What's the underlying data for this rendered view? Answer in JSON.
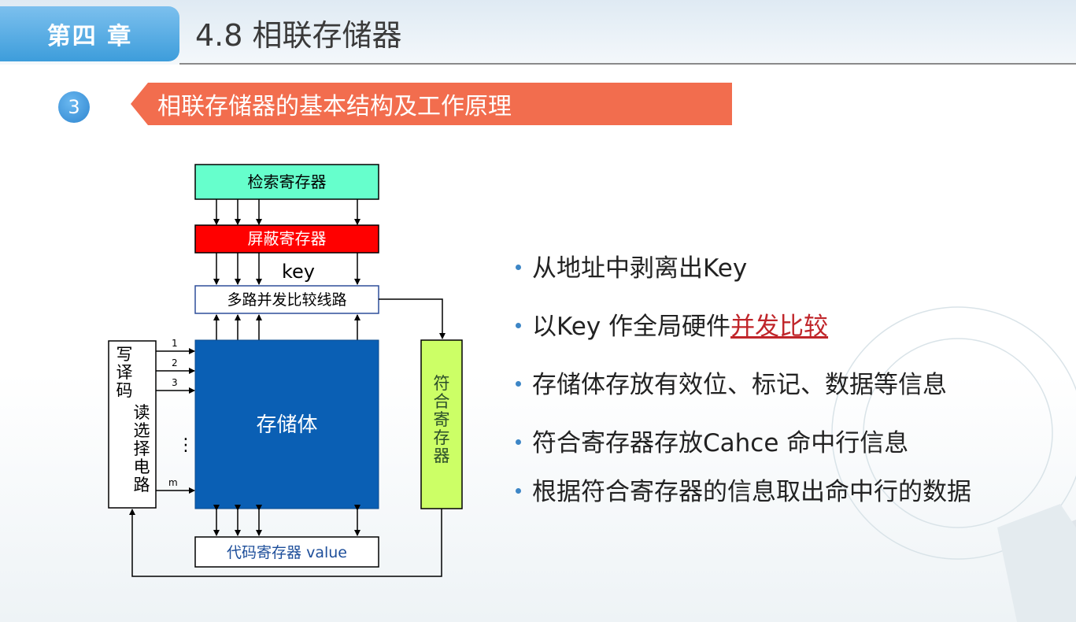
{
  "header": {
    "chapter": "第四 章",
    "title": "4.8 相联存储器"
  },
  "section": {
    "number": "3",
    "title": "相联存储器的基本结构及工作原理"
  },
  "diagram": {
    "search_register": "检索寄存器",
    "mask_register": "屏蔽寄存器",
    "key_label": "key",
    "comparator": "多路并发比较线路",
    "storage": "存储体",
    "decoder": "写译码 读选择电路",
    "match_register": "符合寄存器",
    "code_register": "代码寄存器 value",
    "row_labels": [
      "1",
      "2",
      "3",
      "m"
    ],
    "ellipsis": "⋮"
  },
  "bullets": [
    {
      "text": "从地址中剥离出Key",
      "highlight": ""
    },
    {
      "text": "以Key 作全局硬件",
      "highlight": "并发比较"
    },
    {
      "text": "存储体存放有效位、标记、数据等信息",
      "highlight": ""
    },
    {
      "text": "符合寄存器存放Cahce  命中行信息",
      "highlight": ""
    },
    {
      "text": "根据符合寄存器的信息取出命中行的数据",
      "highlight": ""
    }
  ],
  "colors": {
    "chapter_tab": "#3d9ddb",
    "section_banner": "#f26d4e",
    "search_register": "#66ffcc",
    "mask_register": "#ff0000",
    "storage": "#0a5fb4",
    "match_register": "#ccff66",
    "bullet_dot": "#3d86c6",
    "highlight": "#c0252a"
  }
}
